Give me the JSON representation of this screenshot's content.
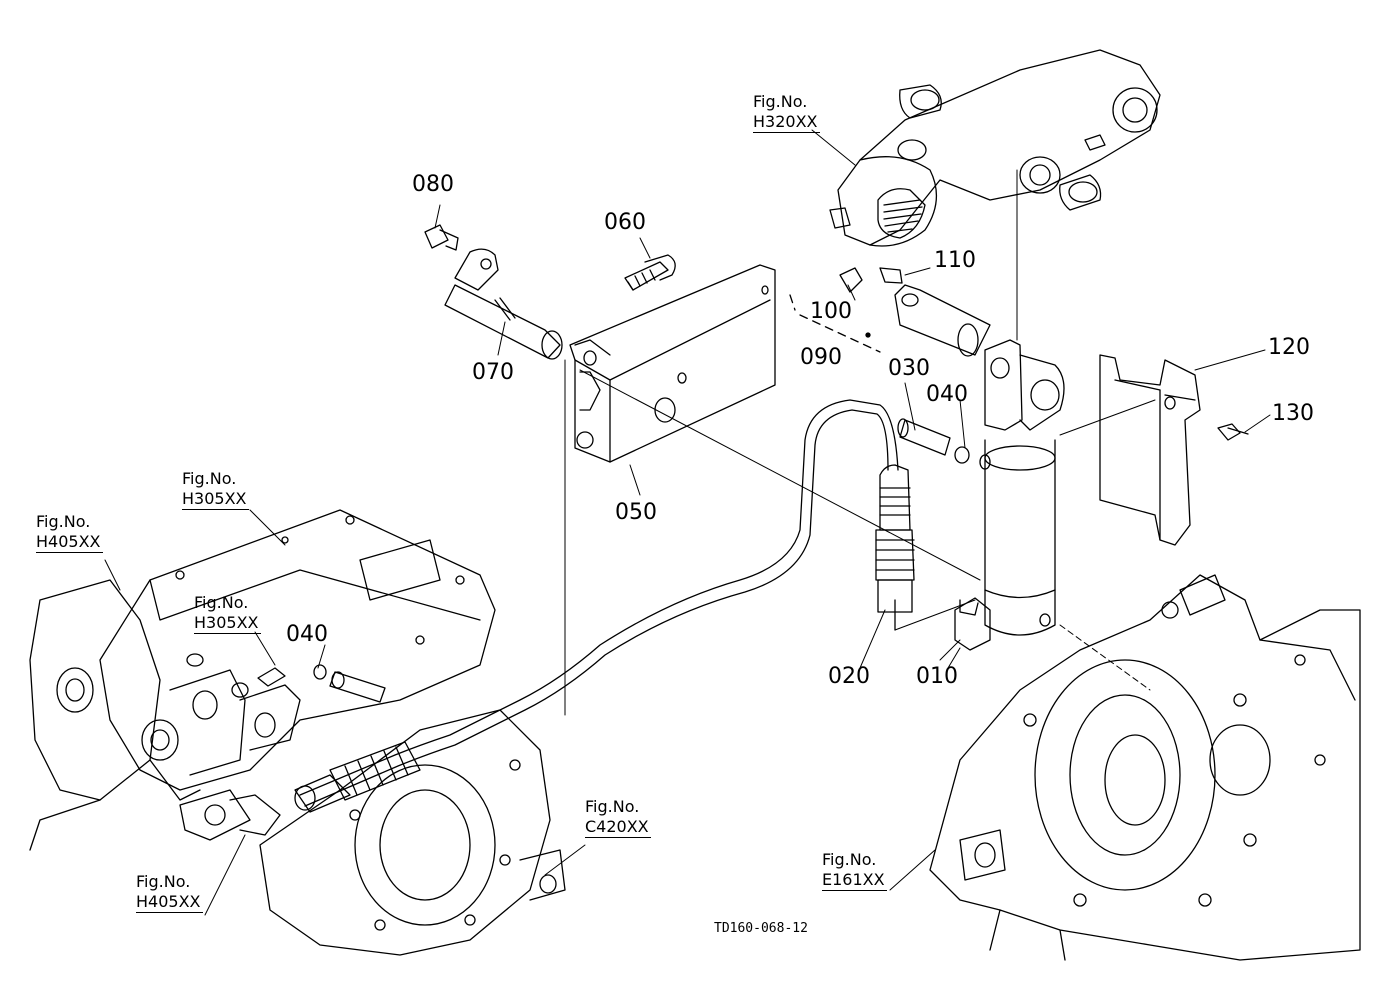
{
  "drawing_id": "TD160-068-12",
  "part_numbers": [
    "010",
    "020",
    "030",
    "040",
    "040",
    "050",
    "060",
    "070",
    "080",
    "090",
    "100",
    "110",
    "120",
    "130"
  ],
  "figure_refs": [
    {
      "label": "Fig.No.",
      "code": "H320XX"
    },
    {
      "label": "Fig.No.",
      "code": "H305XX"
    },
    {
      "label": "Fig.No.",
      "code": "H405XX"
    },
    {
      "label": "Fig.No.",
      "code": "H305XX"
    },
    {
      "label": "Fig.No.",
      "code": "C420XX"
    },
    {
      "label": "Fig.No.",
      "code": "H405XX"
    },
    {
      "label": "Fig.No.",
      "code": "E161XX"
    }
  ],
  "colors": {
    "line": "#000000",
    "background": "#ffffff"
  }
}
